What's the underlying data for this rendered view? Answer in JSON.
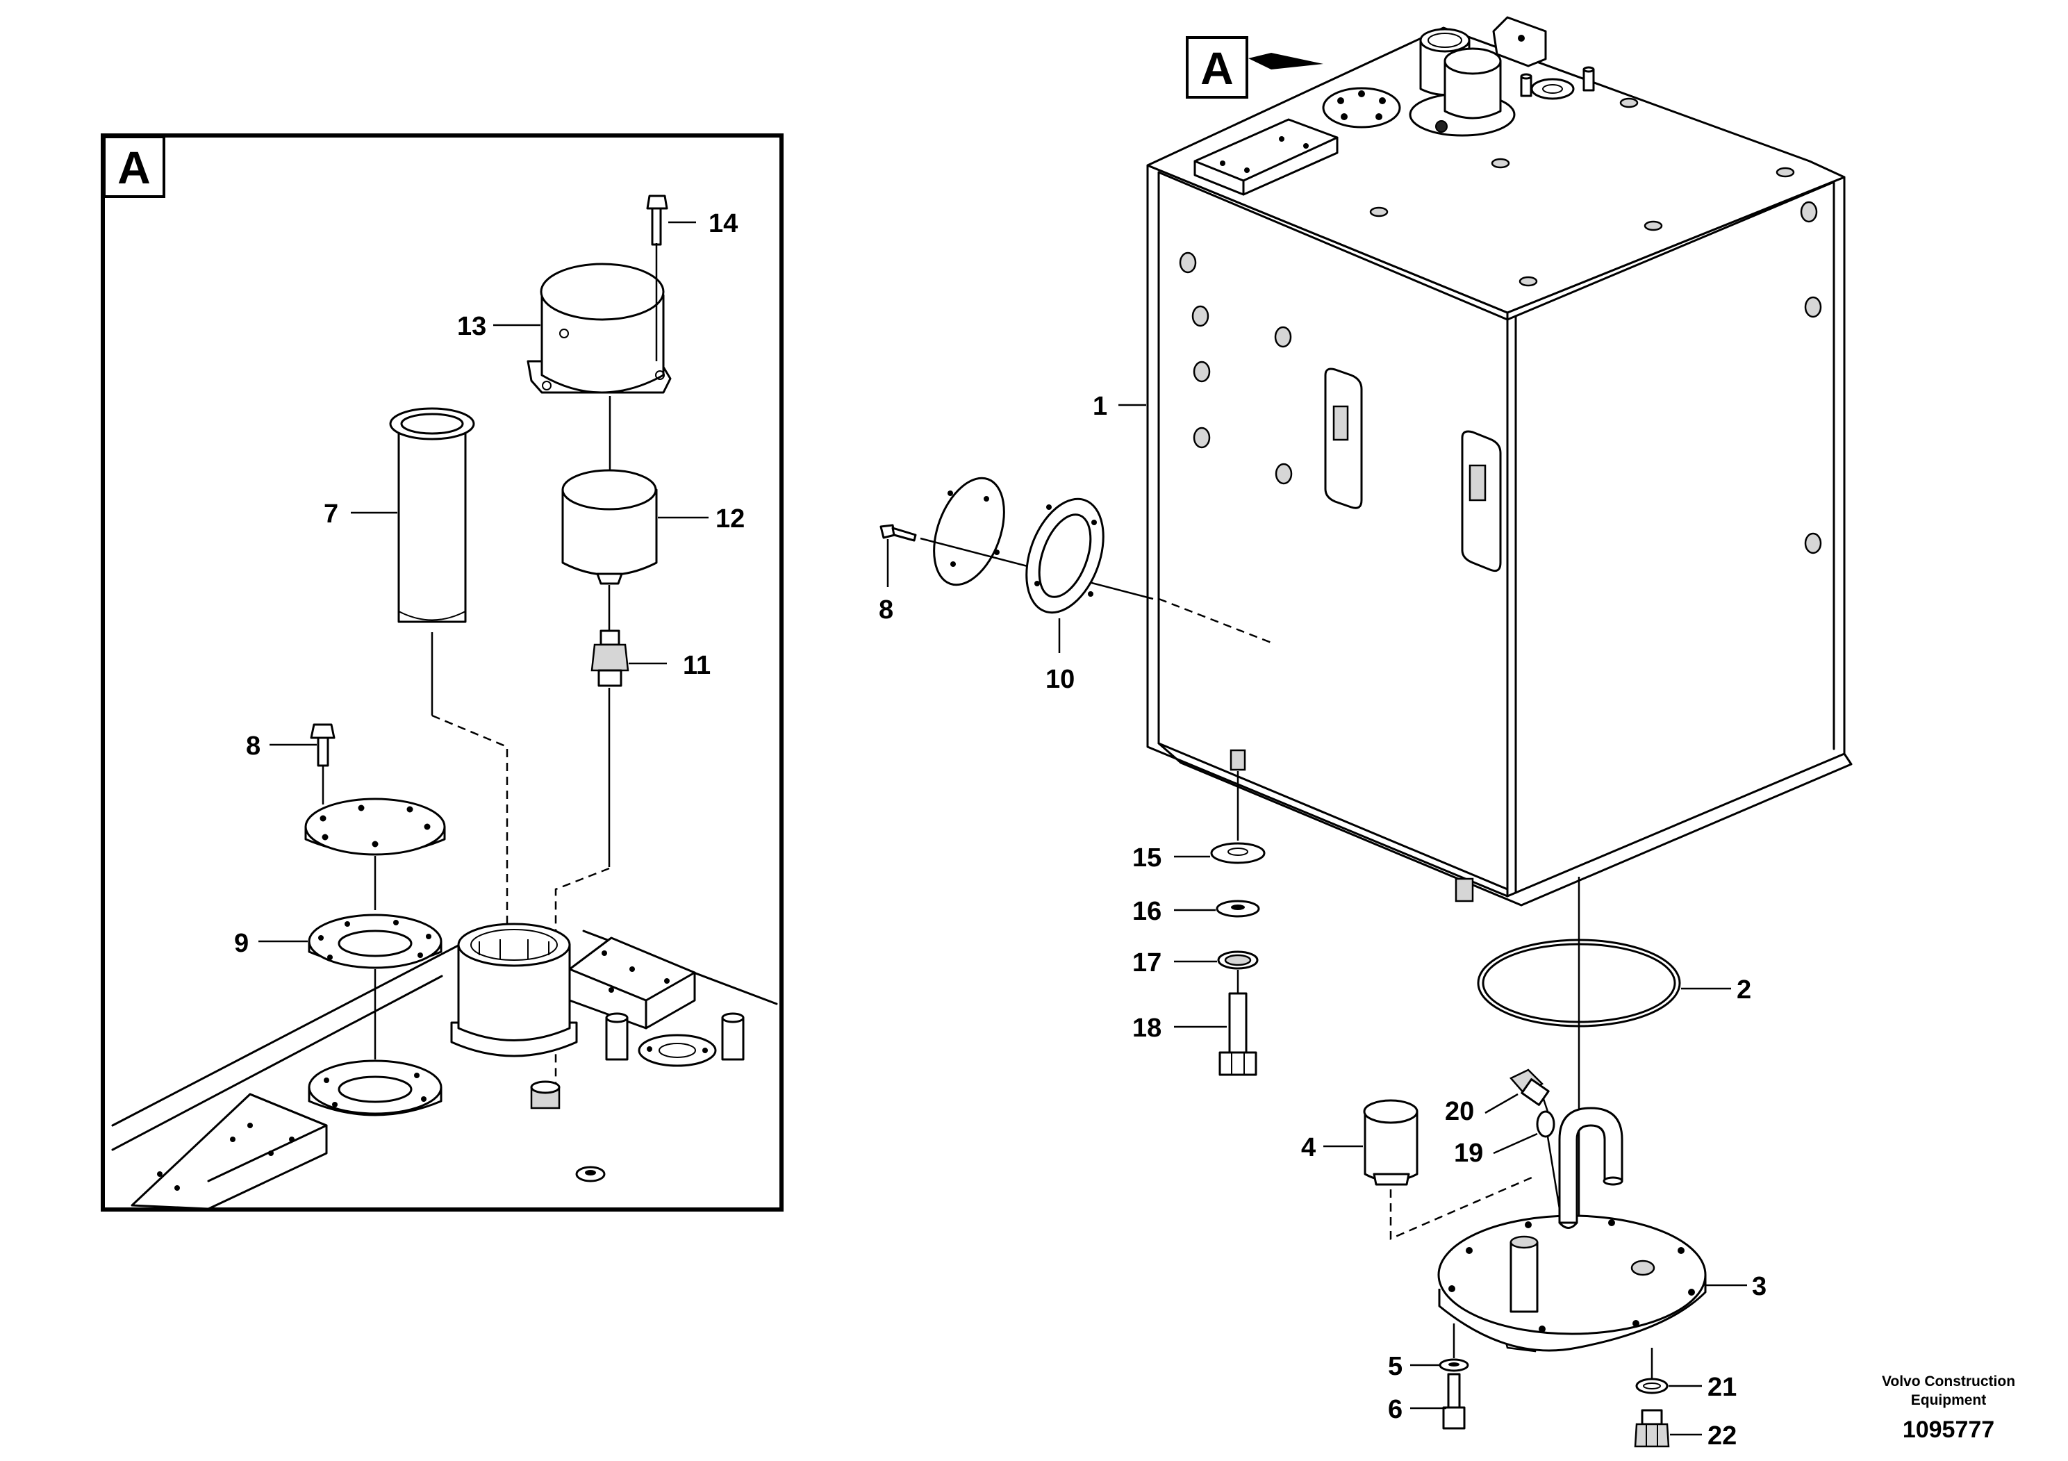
{
  "view_marker": "A",
  "detail_marker": "A",
  "callouts": {
    "c1": "1",
    "c2": "2",
    "c3": "3",
    "c4": "4",
    "c5": "5",
    "c6": "6",
    "c7": "7",
    "c8_main": "8",
    "c8_detail": "8",
    "c9": "9",
    "c10": "10",
    "c11": "11",
    "c12": "12",
    "c13": "13",
    "c14": "14",
    "c15": "15",
    "c16": "16",
    "c17": "17",
    "c18": "18",
    "c19": "19",
    "c20": "20",
    "c21": "21",
    "c22": "22"
  },
  "credit": {
    "line1": "Volvo Construction",
    "line2": "Equipment",
    "doc_number": "1095777"
  }
}
